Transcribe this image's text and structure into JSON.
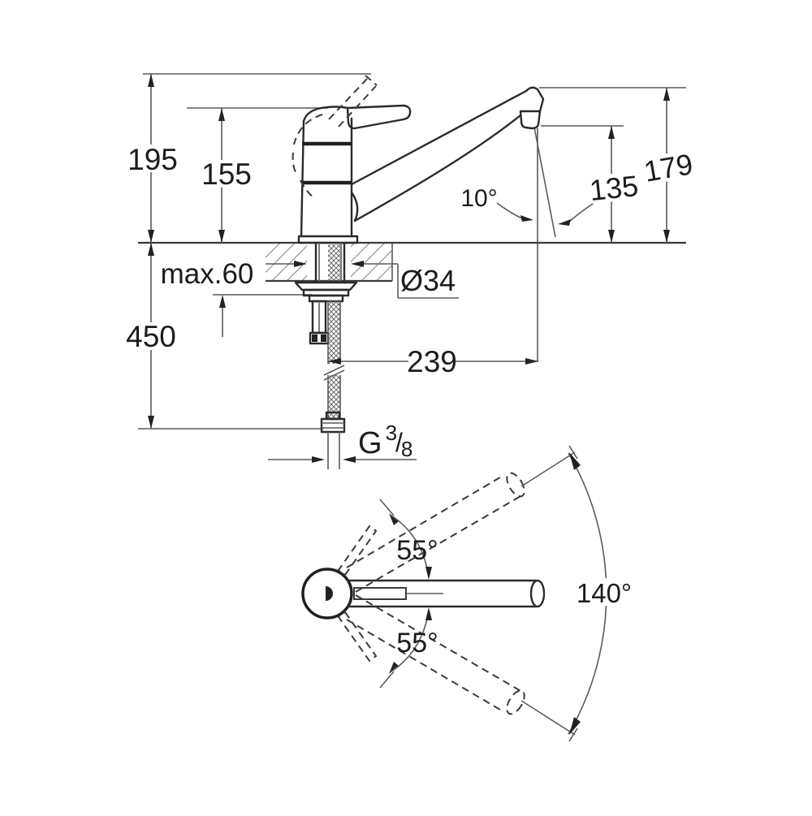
{
  "drawing": {
    "kind": "technical-dimension-drawing",
    "subject": "single-lever sink mixer tap: side installation view and plan swivel view",
    "background": "#ffffff",
    "line_color": "#2b2b2b",
    "side_view": {
      "dim_overall_height": "195",
      "dim_body_height": "155",
      "dim_spout_tip_height": "179",
      "dim_outlet_height": "135",
      "dim_spout_angle": "10°",
      "dim_max_deck_thickness": "max.60",
      "dim_hole_diameter": "Ø34",
      "dim_below_deck": "450",
      "dim_spout_reach": "239",
      "thread": {
        "g": "G",
        "sup": "3",
        "slash": "/",
        "sub": "8"
      }
    },
    "plan_view": {
      "dim_swing_upper": "55°",
      "dim_swing_lower": "55°",
      "dim_swivel_total": "140°"
    }
  }
}
